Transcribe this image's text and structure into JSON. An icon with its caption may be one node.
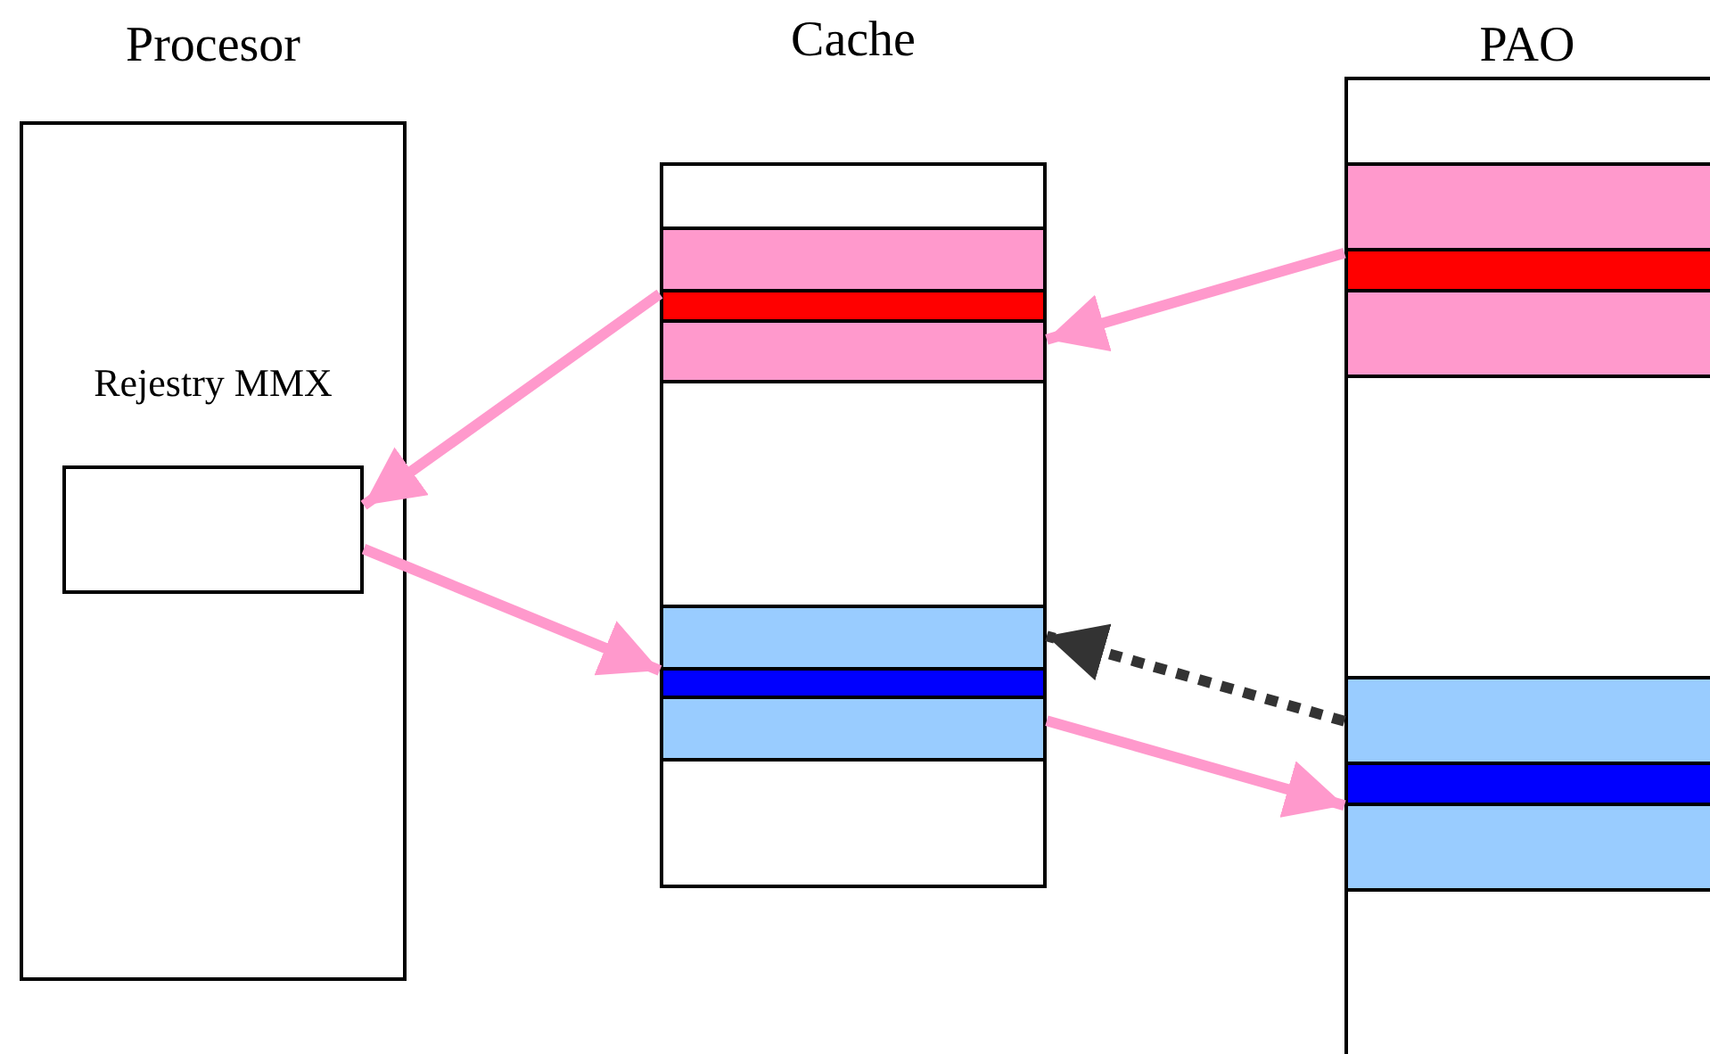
{
  "diagram": {
    "nodes": [
      {
        "text": [
          "Procesor"
        ]
      },
      {
        "text": [
          "Rejestry MMX"
        ],
        "in": 0
      },
      {
        "text": [
          "Cache"
        ]
      },
      {
        "text": [],
        "shape": "bar",
        "in": 2
      },
      {
        "text": [],
        "shape": "bar",
        "in": 2
      },
      {
        "text": [
          "PAO"
        ]
      },
      {
        "text": [],
        "shape": "bar",
        "in": 5
      },
      {
        "text": [],
        "shape": "bar",
        "in": 5
      }
    ],
    "edges": [
      {
        "from": 6,
        "to": 3,
        "arrow": "to"
      },
      {
        "from": 3,
        "to": 1,
        "arrow": "to"
      },
      {
        "from": 1,
        "to": 4,
        "arrow": "to"
      },
      {
        "from": 4,
        "to": 7,
        "arrow": "to"
      },
      {
        "from": 7,
        "to": 4,
        "arrow": "to",
        "style": "dashed",
        "color": "#333333"
      }
    ]
  }
}
